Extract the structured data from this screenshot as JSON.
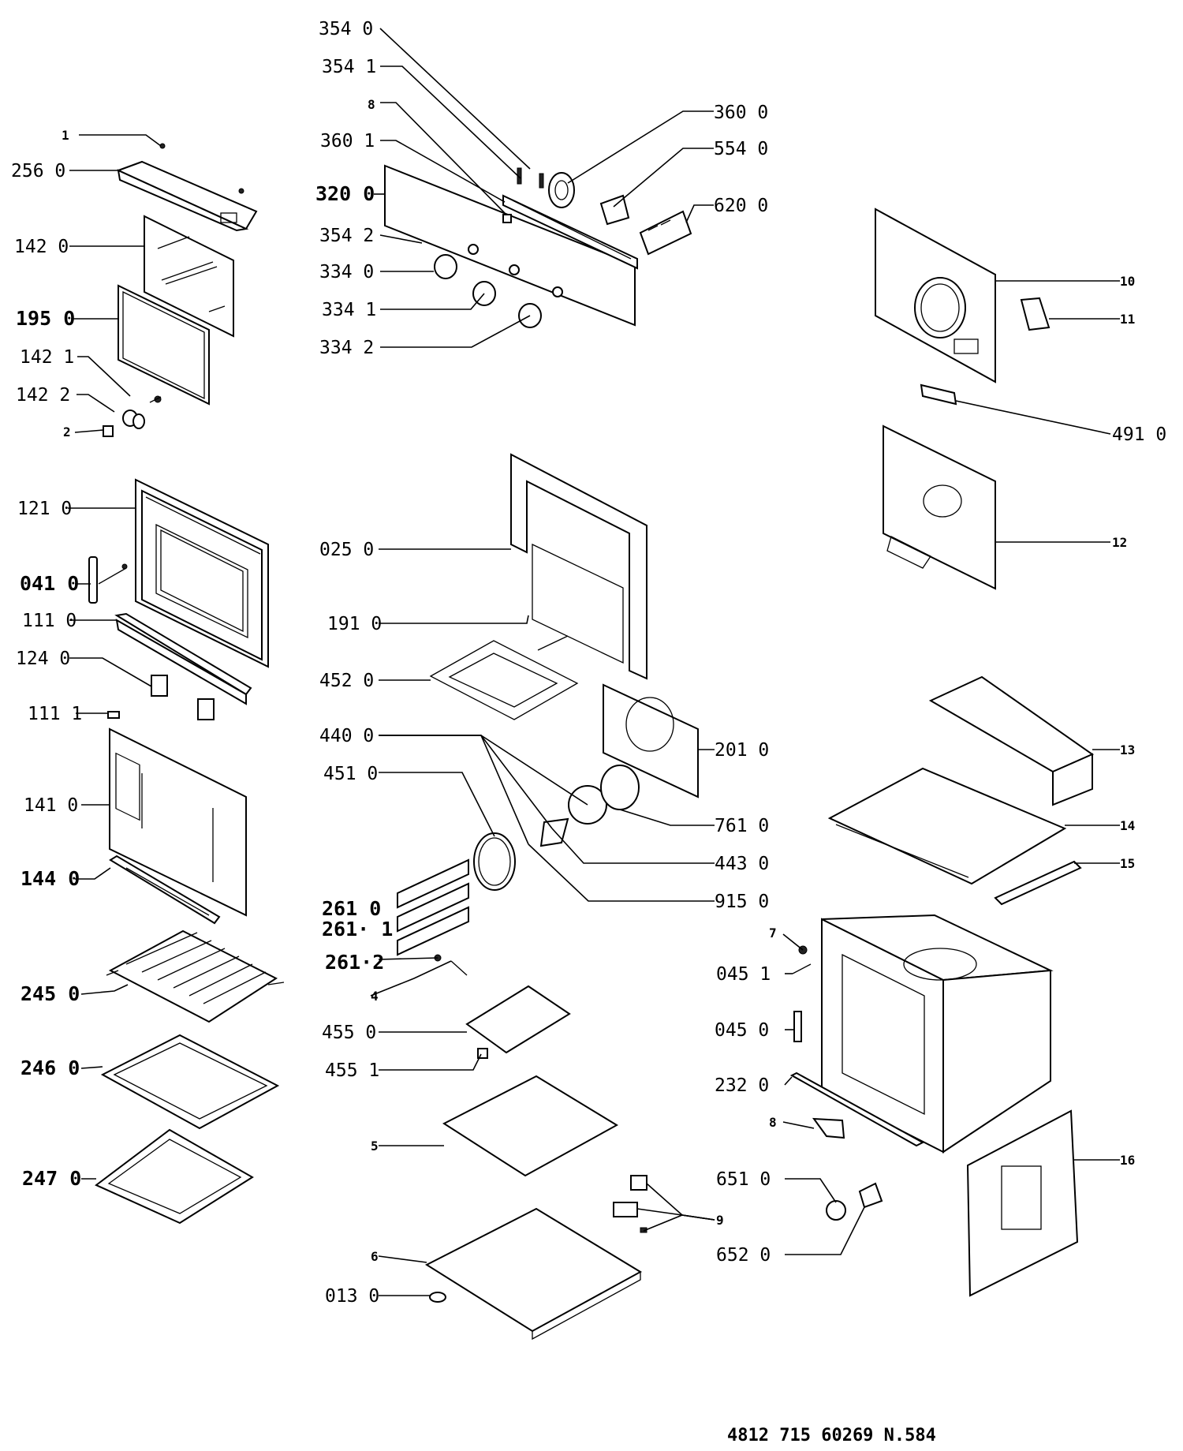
{
  "labels": {
    "p256": "256  0",
    "p1": "1",
    "p142_0": "142  0",
    "p195": "195 0",
    "p142_1": "142  1",
    "p142_2": "142  2",
    "p2": "2",
    "p121": "121  0",
    "p041": "041 0",
    "p111_0": "111  0",
    "p124": "124  0",
    "p111_1": "111  1",
    "p141": "141  0",
    "p144": "144  0",
    "p245": "245  0",
    "p246": "246  0",
    "p247": "247  0",
    "p354_0": "354  0",
    "p354_1": "354  1",
    "p8a": "8",
    "p360_1": "360  1",
    "p320": "320 0",
    "p354_2": "354  2",
    "p334_0": "334  0",
    "p334_1": "334  1",
    "p334_2": "334  2",
    "p360_0": "360  0",
    "p554": "554  0",
    "p620": "620  0",
    "p10": "10",
    "p11": "11",
    "p491": "491  0",
    "p12": "12",
    "p025": "025  0",
    "p191": "191  0",
    "p452": "452  0",
    "p440": "440  0",
    "p451": "451  0",
    "p261_0": "261  0",
    "p261_1": "261· 1",
    "p261_2": "261·2",
    "p4": "4",
    "p455_0": "455  0",
    "p455_1": "455  1",
    "p5": "5",
    "p6": "6",
    "p013": "013  0",
    "p201": "201  0",
    "p761": "761  0",
    "p443": "443  0",
    "p915": "915  0",
    "p13": "13",
    "p14": "14",
    "p15": "15",
    "p7": "7",
    "p045_1": "045  1",
    "p045_0": "045  0",
    "p232": "232  0",
    "p8b": "8",
    "p651": "651  0",
    "p652": "652  0",
    "p9": "9",
    "p16": "16"
  },
  "footer": "4812 715 60269   N.584"
}
